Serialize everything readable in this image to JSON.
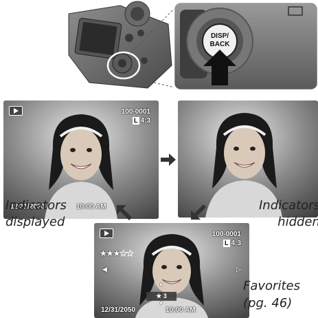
{
  "diagram": {
    "button_label": "DISP/\nBACK",
    "screens": {
      "displayed": {
        "frame_number": "100-0001",
        "image_size": "L",
        "aspect": "4:3",
        "date": "12/31/2050",
        "time": "10:00 AM"
      },
      "favorites": {
        "frame_number": "100-0001",
        "image_size": "L",
        "aspect": "4:3",
        "date": "12/31/2050",
        "time": "10:00 AM",
        "rating": "★ 3",
        "stars_filled": 3,
        "stars_total": 5
      }
    },
    "captions": {
      "displayed_line1": "Indicators",
      "displayed_line2": "displayed",
      "hidden_line1": "Indicators",
      "hidden_line2": "hidden",
      "favorites_line1": "Favorites",
      "favorites_line2": "(pg. 46)"
    }
  }
}
